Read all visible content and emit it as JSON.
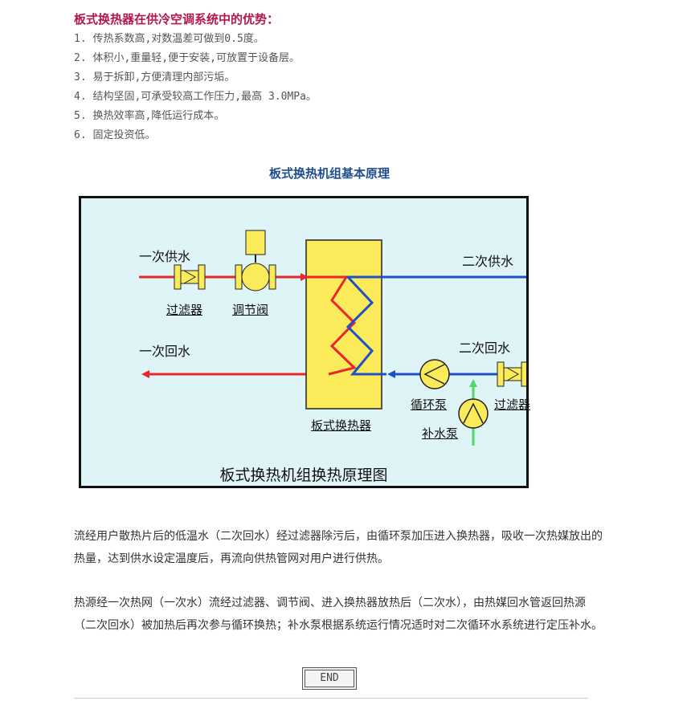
{
  "advantages": {
    "heading": "板式换热器在供冷空调系统中的优势：",
    "items": [
      "1. 传热系数高,对数温差可做到0.5度。",
      "2. 体积小,重量轻,便于安装,可放置于设备层。",
      "3. 易于拆卸,方便清理内部污垢。",
      "4. 结构坚固,可承受较高工作压力,最高 3.0MPa。",
      "5. 换热效率高,降低运行成本。",
      "6.  固定投资低。"
    ]
  },
  "figure": {
    "title": "板式换热机组基本原理",
    "labels": {
      "primary_supply": "一次供水",
      "primary_return": "一次回水",
      "secondary_supply": "二次供水",
      "secondary_return": "二次回水",
      "filter_left": "过滤器",
      "control_valve": "调节阀",
      "heat_exchanger": "板式换热器",
      "circulation_pump": "循环泵",
      "makeup_pump": "补水泵",
      "filter_right": "过滤器"
    },
    "caption": "板式换热机组换热原理图",
    "colors": {
      "hot": "#e8262b",
      "cold": "#1f4fc9",
      "makeup": "#4cd964",
      "exchanger": "#fbeb5a",
      "background": "#dff4f7"
    }
  },
  "paragraphs": [
    "流经用户散热片后的低温水（二次回水）经过滤器除污后，由循环泵加压进入换热器，吸收一次热媒放出的热量，达到供水设定温度后，再流向供热管网对用户进行供热。",
    "热源经一次热网（一次水）流经过滤器、调节阀、进入换热器放热后（二次水），由热媒回水管返回热源（二次回水）被加热后再次参与循环换热；补水泵根据系统运行情况适时对二次循环水系统进行定压补水。"
  ],
  "end_label": "END"
}
